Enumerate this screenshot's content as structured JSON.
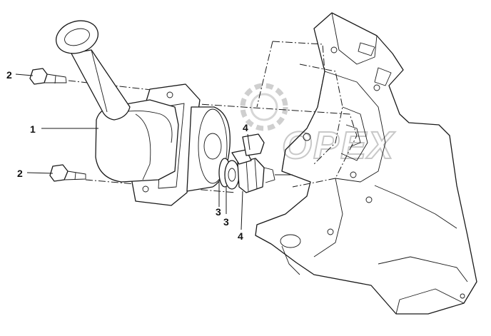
{
  "callouts": [
    {
      "id": "c1",
      "label": "1"
    },
    {
      "id": "c2a",
      "label": "2"
    },
    {
      "id": "c2b",
      "label": "2"
    },
    {
      "id": "c3a",
      "label": "3"
    },
    {
      "id": "c3b",
      "label": "3"
    },
    {
      "id": "c4a",
      "label": "4"
    },
    {
      "id": "c4b",
      "label": "4"
    }
  ],
  "watermark": {
    "text": "OPEX",
    "icon": "gear-icon"
  },
  "colors": {
    "line": "#1a1a1a",
    "watermark": "#c8c8c8",
    "background": "#ffffff"
  }
}
